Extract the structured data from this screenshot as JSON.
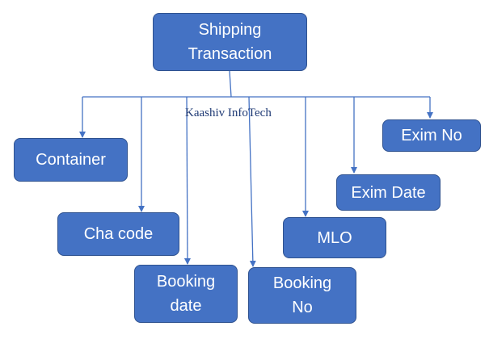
{
  "diagram": {
    "root": "Shipping\nTransaction",
    "children": {
      "container": "Container",
      "cha_code": "Cha code",
      "booking_date": "Booking\ndate",
      "booking_no": "Booking\nNo",
      "mlo": "MLO",
      "exim_date": "Exim Date",
      "exim_no": "Exim No"
    }
  },
  "watermark": "Kaashiv InfoTech",
  "colors": {
    "box_fill": "#4472c4",
    "box_border": "#2f528f",
    "connector": "#4472c4",
    "text": "#ffffff"
  }
}
